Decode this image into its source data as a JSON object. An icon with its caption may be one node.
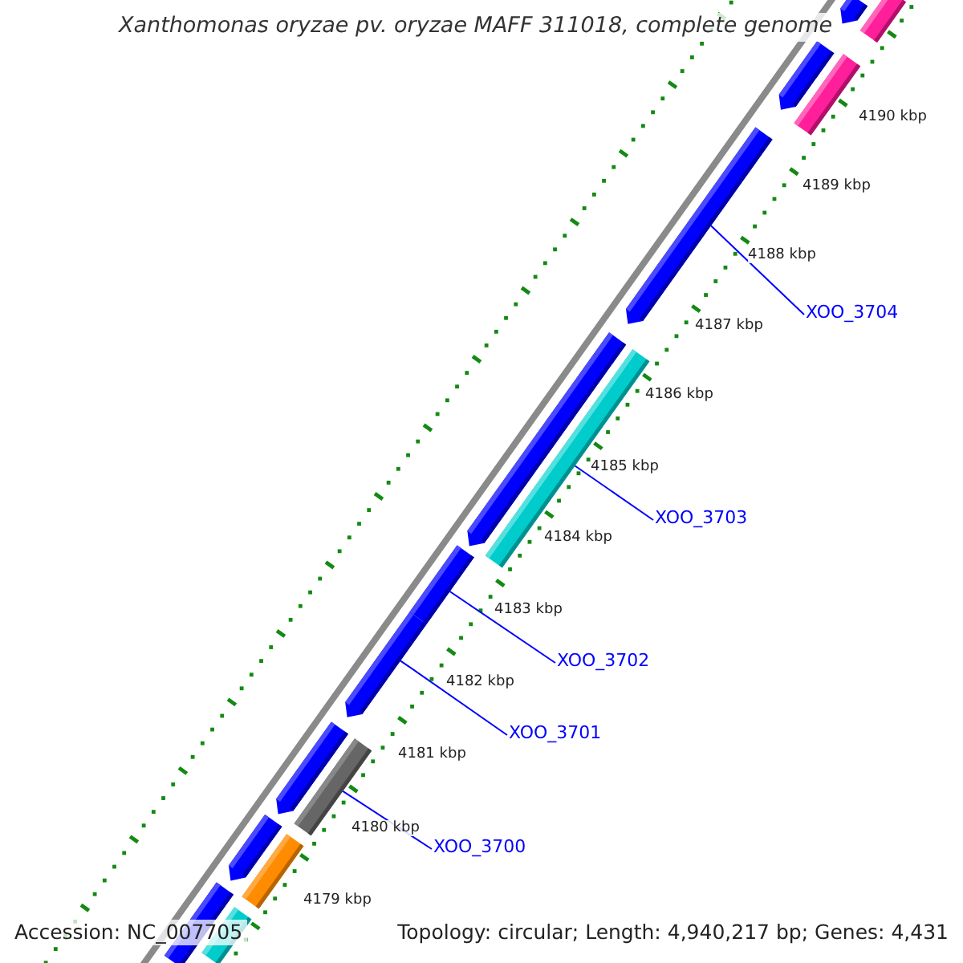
{
  "diagram": {
    "title": "Xanthomonas oryzae pv. oryzae MAFF 311018, complete genome",
    "nodes": [
      {
        "text": [],
        "shape": "bar"
      },
      {
        "text": [],
        "shape": "bar"
      },
      {
        "text": [],
        "shape": "bar"
      },
      {
        "text": [],
        "shape": "bar"
      },
      {
        "text": [],
        "shape": "bar"
      },
      {
        "text": [],
        "shape": "bar"
      },
      {
        "text": [],
        "shape": "bar"
      },
      {
        "text": [],
        "shape": "bar"
      },
      {
        "text": [],
        "shape": "bar"
      },
      {
        "text": [],
        "shape": "bar"
      },
      {
        "text": [],
        "shape": "bar"
      },
      {
        "text": [],
        "shape": "bar"
      },
      {
        "text": [],
        "shape": "bar"
      },
      {
        "text": [],
        "shape": "bar"
      },
      {
        "text": [],
        "shape": "bar"
      },
      {
        "text": [
          "XOO_3704"
        ]
      },
      {
        "text": [
          "XOO_3703"
        ]
      },
      {
        "text": [
          "XOO_3702"
        ]
      },
      {
        "text": [
          "XOO_3701"
        ]
      },
      {
        "text": [
          "XOO_3700"
        ]
      }
    ],
    "edges": [
      {
        "from": 15,
        "to": 4,
        "arrow": "none"
      },
      {
        "from": 16,
        "to": 6,
        "arrow": "none"
      },
      {
        "from": 17,
        "to": 7,
        "arrow": "none"
      },
      {
        "from": 18,
        "to": 8,
        "arrow": "none"
      },
      {
        "from": 19,
        "to": 10,
        "arrow": "none"
      }
    ],
    "labels": [
      "4190 kbp",
      "4189 kbp",
      "4188 kbp",
      "4187 kbp",
      "4186 kbp",
      "4185 kbp",
      "4184 kbp",
      "4183 kbp",
      "4182 kbp",
      "4181 kbp",
      "4180 kbp",
      "4179 kbp",
      "Accession: NC_007705",
      "Topology: circular; Length: 4,940,217 bp; Genes: 4,431"
    ]
  }
}
